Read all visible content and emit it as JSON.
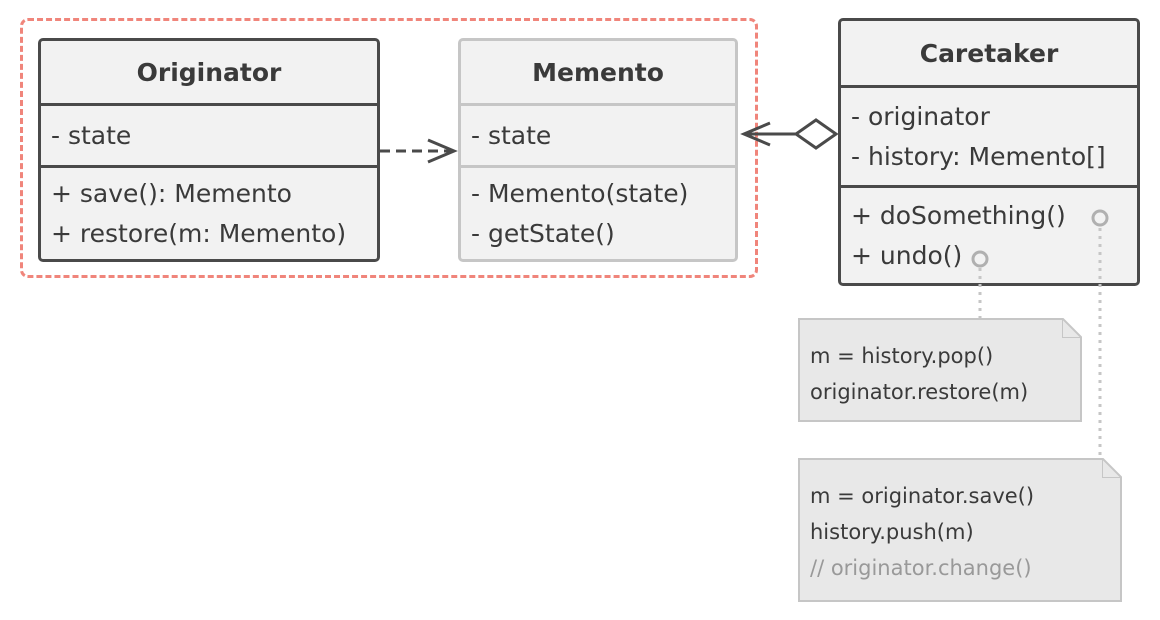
{
  "originator": {
    "title": "Originator",
    "fields": [
      "- state"
    ],
    "methods": [
      "+ save(): Memento",
      "+ restore(m: Memento)"
    ]
  },
  "memento": {
    "title": "Memento",
    "fields": [
      "- state"
    ],
    "methods": [
      "- Memento(state)",
      "- getState()"
    ]
  },
  "caretaker": {
    "title": "Caretaker",
    "fields": [
      "- originator",
      "- history: Memento[]"
    ],
    "methods": [
      "+ doSomething()",
      "+ undo()"
    ]
  },
  "notes": {
    "undo": [
      "m = history.pop()",
      "originator.restore(m)"
    ],
    "do_something": [
      "m = originator.save()",
      "history.push(m)",
      "// originator.change()"
    ]
  },
  "colors": {
    "group_border": "#f0857b",
    "dark_border": "#4a4a4a",
    "light_border": "#c6c6c6",
    "box_fill": "#f2f2f2",
    "note_fill": "#e8e8e8",
    "comment_text": "#999999"
  }
}
